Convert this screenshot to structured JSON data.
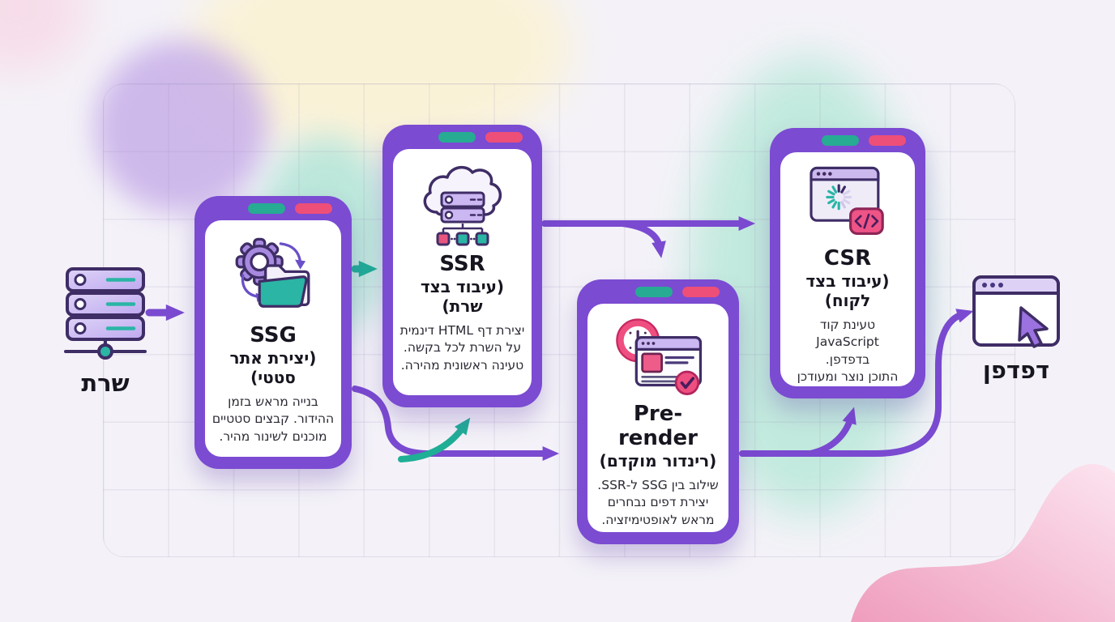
{
  "endpoints": {
    "server": {
      "label": "שרת",
      "icon": "server-stack-icon"
    },
    "browser": {
      "label": "דפדפן",
      "icon": "browser-cursor-icon"
    }
  },
  "cards": [
    {
      "id": "ssg",
      "title": "SSG",
      "subtitle": "(יצירת אתר סטטי)",
      "description": "בנייה מראש בזמן\nההידור. קבצים סטטיים\nמוכנים לשינור מהיר.",
      "icon": "gear-folder-sync-icon"
    },
    {
      "id": "ssr",
      "title": "SSR",
      "subtitle": "(עיבוד בצד שרת)",
      "description": "יצירת דף HTML דינמית\nעל השרת לכל בקשה.\nטעינה ראשונית מהירה.",
      "icon": "cloud-server-icon"
    },
    {
      "id": "prerender",
      "title": "Pre-render",
      "subtitle": "(רינדור מוקדם)",
      "description": "שילוב בין SSG ל-SSR.\nיצירת דפים נבחרים\nמראש לאופטימיזציה.",
      "icon": "clock-page-check-icon"
    },
    {
      "id": "csr",
      "title": "CSR",
      "subtitle": "(עיבוד בצד לקוח)",
      "description": "טעינת קוד JavaScript\nבדפדפן.\nהתוכן נוצר ומעודכן\nבמכשיר המשתמש.",
      "icon": "browser-spinner-code-badge-icon"
    }
  ],
  "colors": {
    "phone_frame_purple": "#7b4bd2",
    "pill_teal": "#27ab93",
    "pill_pink": "#ed4f78",
    "arrow_purple": "#7a4ad0",
    "arrow_teal": "#1fae96",
    "icon_outline_dark": "#3f2d66",
    "background": "#f4f2f8",
    "blob_yellow": "#fbf2d4",
    "blob_purple": "#c5abe8",
    "blob_teal": "#bde9db",
    "blob_pink": "#f2a9c4",
    "text_dark": "#17151f"
  }
}
